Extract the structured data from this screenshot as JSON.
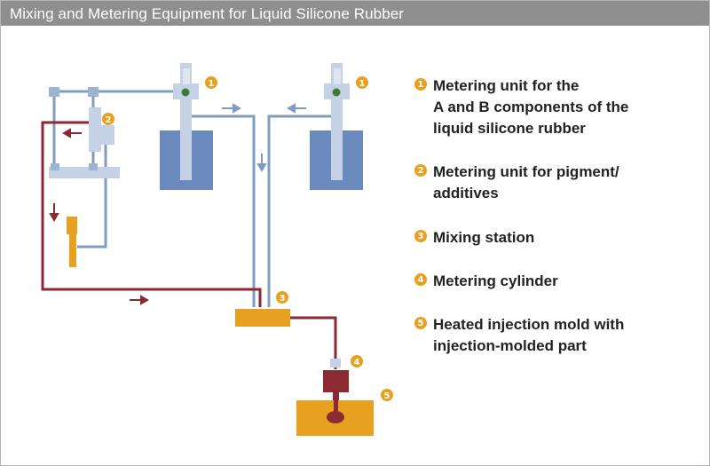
{
  "header": {
    "title": "Mixing and Metering Equipment for Liquid Silicone Rubber"
  },
  "colors": {
    "header_bg": "#8f8f8f",
    "line_blue": "#7f9cc0",
    "line_red": "#8b2a32",
    "tank_blue": "#6a89bd",
    "orange": "#e8a020",
    "dark_red": "#8b2a32"
  },
  "callouts": [
    "1",
    "1",
    "2",
    "3",
    "4",
    "5"
  ],
  "legend": [
    {
      "num": "1",
      "text": "Metering unit for the\nA and B components of the\nliquid silicone rubber"
    },
    {
      "num": "2",
      "text": "Metering unit for pigment/\nadditives"
    },
    {
      "num": "3",
      "text": "Mixing station"
    },
    {
      "num": "4",
      "text": "Metering cylinder"
    },
    {
      "num": "5",
      "text": "Heated injection mold with\ninjection-molded part"
    }
  ]
}
